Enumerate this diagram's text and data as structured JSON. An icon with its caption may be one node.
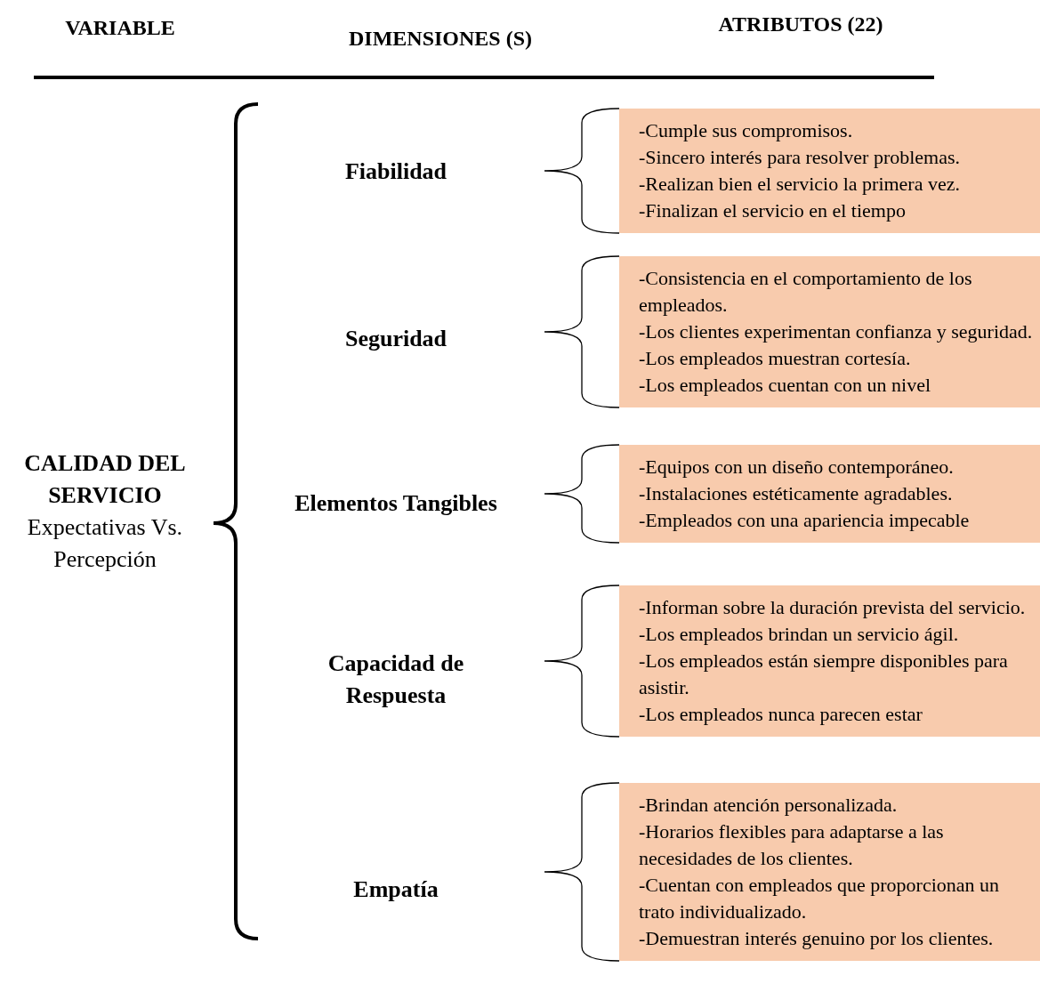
{
  "diagram": {
    "nodes": [
      {
        "text": [
          "CALIDAD DEL SERVICIO",
          "Expectativas Vs. Percepción"
        ]
      },
      {
        "text": [
          "Fiabilidad"
        ]
      },
      {
        "text": [
          "Seguridad"
        ]
      },
      {
        "text": [
          "Elementos Tangibles"
        ]
      },
      {
        "text": [
          "Capacidad de Respuesta"
        ]
      },
      {
        "text": [
          "Empatía"
        ]
      },
      {
        "text": [
          "-Cumple sus compromisos.",
          "-Sincero interés para resolver problemas.",
          "-Realizan bien el servicio la primera vez.",
          "-Finalizan el servicio en el tiempo"
        ]
      },
      {
        "text": [
          "-Consistencia en el comportamiento de los empleados.",
          "-Los clientes experimentan confianza y seguridad.",
          "-Los empleados muestran cortesía.",
          "-Los empleados cuentan con un nivel"
        ]
      },
      {
        "text": [
          "-Equipos con un diseño contemporáneo.",
          "-Instalaciones estéticamente agradables.",
          "-Empleados con una apariencia impecable"
        ]
      },
      {
        "text": [
          "-Informan sobre la duración prevista del servicio.",
          "-Los empleados brindan un servicio ágil.",
          "-Los empleados están siempre disponibles para asistir.",
          "-Los empleados nunca parecen estar"
        ]
      },
      {
        "text": [
          "-Brindan atención personalizada.",
          "-Horarios flexibles para adaptarse a las necesidades de los clientes.",
          "-Cuentan con empleados que proporcionan un trato individualizado.",
          "-Demuestran interés genuino por los clientes."
        ]
      }
    ],
    "labels": [
      "VARIABLE",
      "DIMENSIONES (S)",
      "ATRIBUTOS (22)"
    ]
  }
}
